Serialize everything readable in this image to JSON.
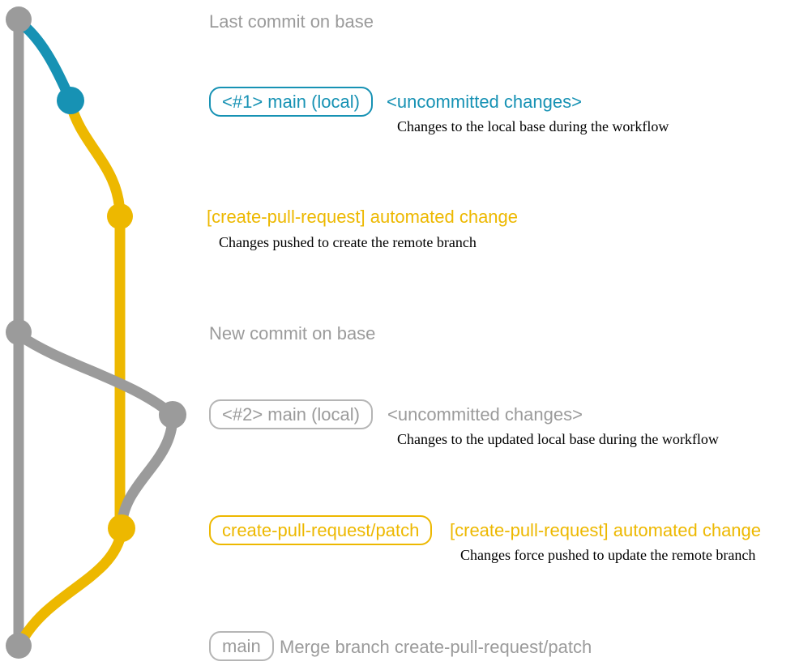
{
  "colors": {
    "gray": "#9b9b9b",
    "gray-light": "#b5b5b5",
    "teal": "#1792b4",
    "yellow": "#edb800",
    "ink": "#000000",
    "bg": "#ffffff"
  },
  "labels": {
    "last_commit": "Last commit on base",
    "new_commit": "New commit on base",
    "row1_box": "<#1> main (local)",
    "row1_title": "<uncommitted changes>",
    "row1_desc": "Changes to the local base during the workflow",
    "row2_title": "[create-pull-request] automated change",
    "row2_desc": "Changes pushed to create the remote branch",
    "row3_box": "<#2> main (local)",
    "row3_title": "<uncommitted changes>",
    "row3_desc": "Changes to the updated local base during the workflow",
    "row4_box": "create-pull-request/patch",
    "row4_title": "[create-pull-request] automated change",
    "row4_desc": "Changes force pushed to update the remote branch",
    "row5_box": "main",
    "row5_title": "Merge branch create-pull-request/patch"
  },
  "graph": {
    "branches": [
      {
        "name": "base",
        "color": "gray"
      },
      {
        "name": "local-main",
        "colors": [
          "teal",
          "gray"
        ]
      },
      {
        "name": "create-pull-request/patch",
        "color": "yellow"
      }
    ],
    "commits": [
      {
        "id": "last-commit-on-base",
        "branch": "base",
        "color": "gray"
      },
      {
        "id": "local-main-1-uncommitted",
        "branch": "local-main",
        "color": "teal"
      },
      {
        "id": "automated-change-1",
        "branch": "create-pull-request/patch",
        "color": "yellow"
      },
      {
        "id": "new-commit-on-base",
        "branch": "base",
        "color": "gray"
      },
      {
        "id": "local-main-2-uncommitted",
        "branch": "local-main",
        "color": "gray"
      },
      {
        "id": "automated-change-2-force-push",
        "branch": "create-pull-request/patch",
        "color": "yellow"
      },
      {
        "id": "merge-commit",
        "branch": "base",
        "color": "gray"
      }
    ]
  }
}
